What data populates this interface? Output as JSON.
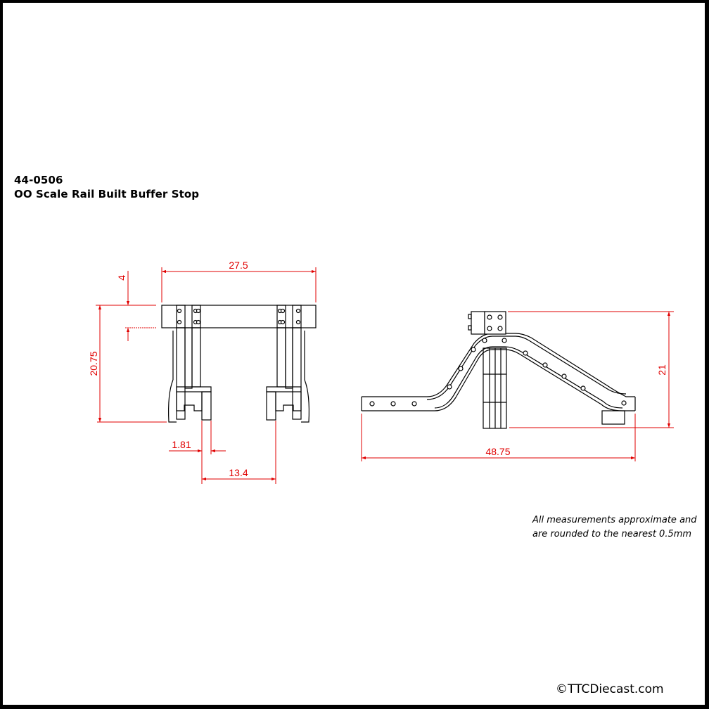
{
  "title": {
    "product_code": "44-0506",
    "product_name": "OO Scale Rail Built Buffer Stop"
  },
  "front_view": {
    "dimensions": {
      "overall_width": "27.5",
      "beam_height": "4",
      "overall_height": "20.75",
      "rail_width": "1.81",
      "gauge": "13.4"
    }
  },
  "side_view": {
    "dimensions": {
      "overall_length": "48.75",
      "overall_height": "21"
    }
  },
  "note": {
    "line1": "All measurements approximate and",
    "line2": "are rounded to the nearest 0.5mm"
  },
  "copyright": "©TTCDiecast.com",
  "colors": {
    "dimension_lines": "#e00000",
    "drawing_lines": "#000000",
    "frame_border": "#000000",
    "background": "#ffffff"
  }
}
